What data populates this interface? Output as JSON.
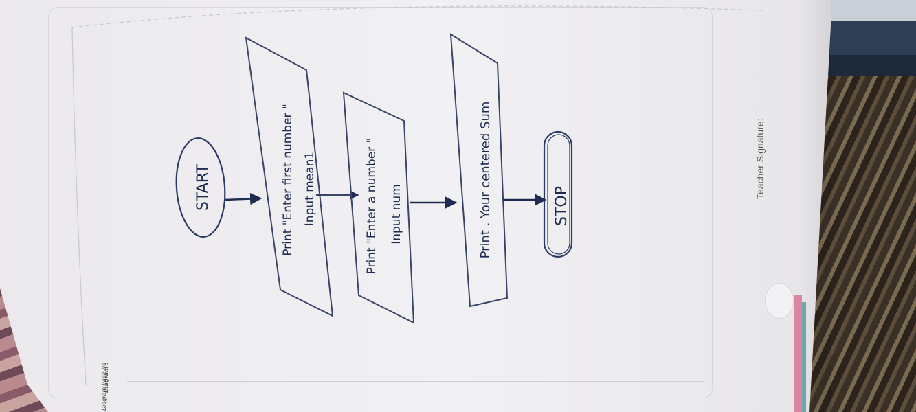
{
  "page": {
    "diagram_label": "Diagram :",
    "page_no_label": "Diagram Page No",
    "teacher_signature_label": "Teacher Signature:"
  },
  "flowchart": {
    "start": "START",
    "box1_line1": "Print \"Enter first number \"",
    "box1_line2": "Input mean1",
    "box2_line1": "Print \"Enter a number \"",
    "box2_line2": "Input num",
    "box3_line1": "Print . Your centered Sum",
    "stop": "STOP"
  },
  "colors": {
    "ink": "#1f2c52",
    "paper": "#efeef1"
  }
}
